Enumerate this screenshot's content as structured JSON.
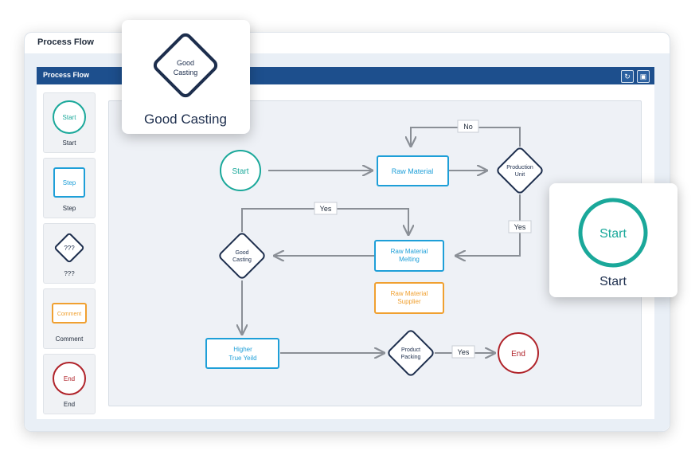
{
  "window": {
    "title": "Process Flow"
  },
  "toolbar": {
    "title": "Process Flow",
    "refresh_icon": "refresh-icon",
    "save_icon": "save-icon"
  },
  "palette": {
    "start": {
      "shape_label": "Start",
      "label": "Start"
    },
    "step": {
      "shape_label": "Step",
      "label": "Step"
    },
    "decision": {
      "shape_label": "???",
      "label": "???"
    },
    "comment": {
      "shape_label": "Comment",
      "label": "Comment"
    },
    "end": {
      "shape_label": "End",
      "label": "End"
    }
  },
  "diagram": {
    "start": "Start",
    "raw_material": "Raw Material",
    "production_unit_1": "Production",
    "production_unit_2": "Unit",
    "raw_material_melting_1": "Raw Material",
    "raw_material_melting_2": "Melting",
    "raw_material_supplier_1": "Raw Material",
    "raw_material_supplier_2": "Supplier",
    "good_casting_1": "Good",
    "good_casting_2": "Casting",
    "higher_yield_1": "Higher",
    "higher_yield_2": "True Yeild",
    "product_packing_1": "Product",
    "product_packing_2": "Packing",
    "end": "End",
    "edge_no": "No",
    "edge_yes_1": "Yes",
    "edge_yes_2": "Yes",
    "edge_yes_3": "Yes"
  },
  "popups": {
    "good_casting": {
      "shape_line_1": "Good",
      "shape_line_2": "Casting",
      "label": "Good Casting"
    },
    "start": {
      "shape_label": "Start",
      "label": "Start"
    }
  },
  "colors": {
    "teal": "#1aa89a",
    "blue": "#1e9fd8",
    "navy": "#1d2e4d",
    "orange": "#f0a030",
    "red": "#b0232a",
    "toolbar": "#1d4f8d"
  }
}
